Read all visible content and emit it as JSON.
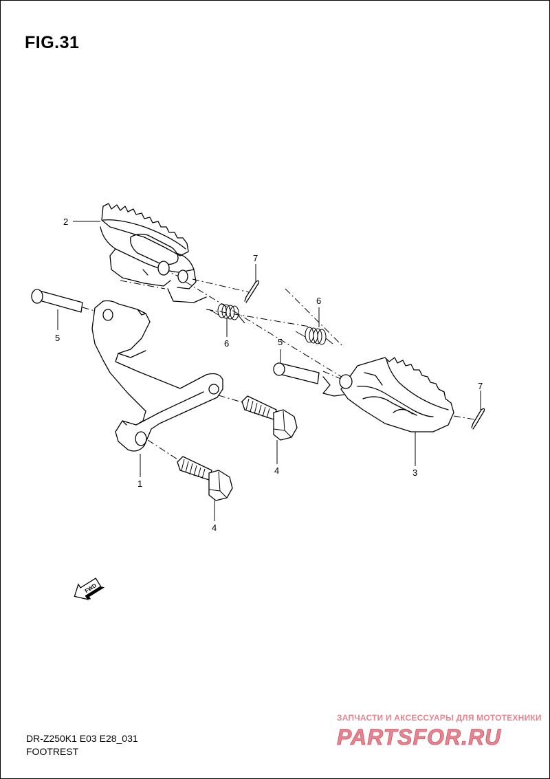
{
  "figure": {
    "title": "FIG.31",
    "model_code": "DR-Z250K1 E03 E28_031",
    "section_name": "FOOTREST"
  },
  "callouts": {
    "c1": "1",
    "c2": "2",
    "c3": "3",
    "c4a": "4",
    "c4b": "4",
    "c5a": "5",
    "c5b": "5",
    "c6a": "6",
    "c6b": "6",
    "c7a": "7",
    "c7b": "7"
  },
  "fwd_badge": "FWD",
  "watermark": {
    "tagline": "ЗАПЧАСТИ И АКСЕССУАРЫ ДЛЯ МОТОТЕХНИКИ",
    "logo_text": "PARTSFOR.RU",
    "color": "#e8848f"
  }
}
